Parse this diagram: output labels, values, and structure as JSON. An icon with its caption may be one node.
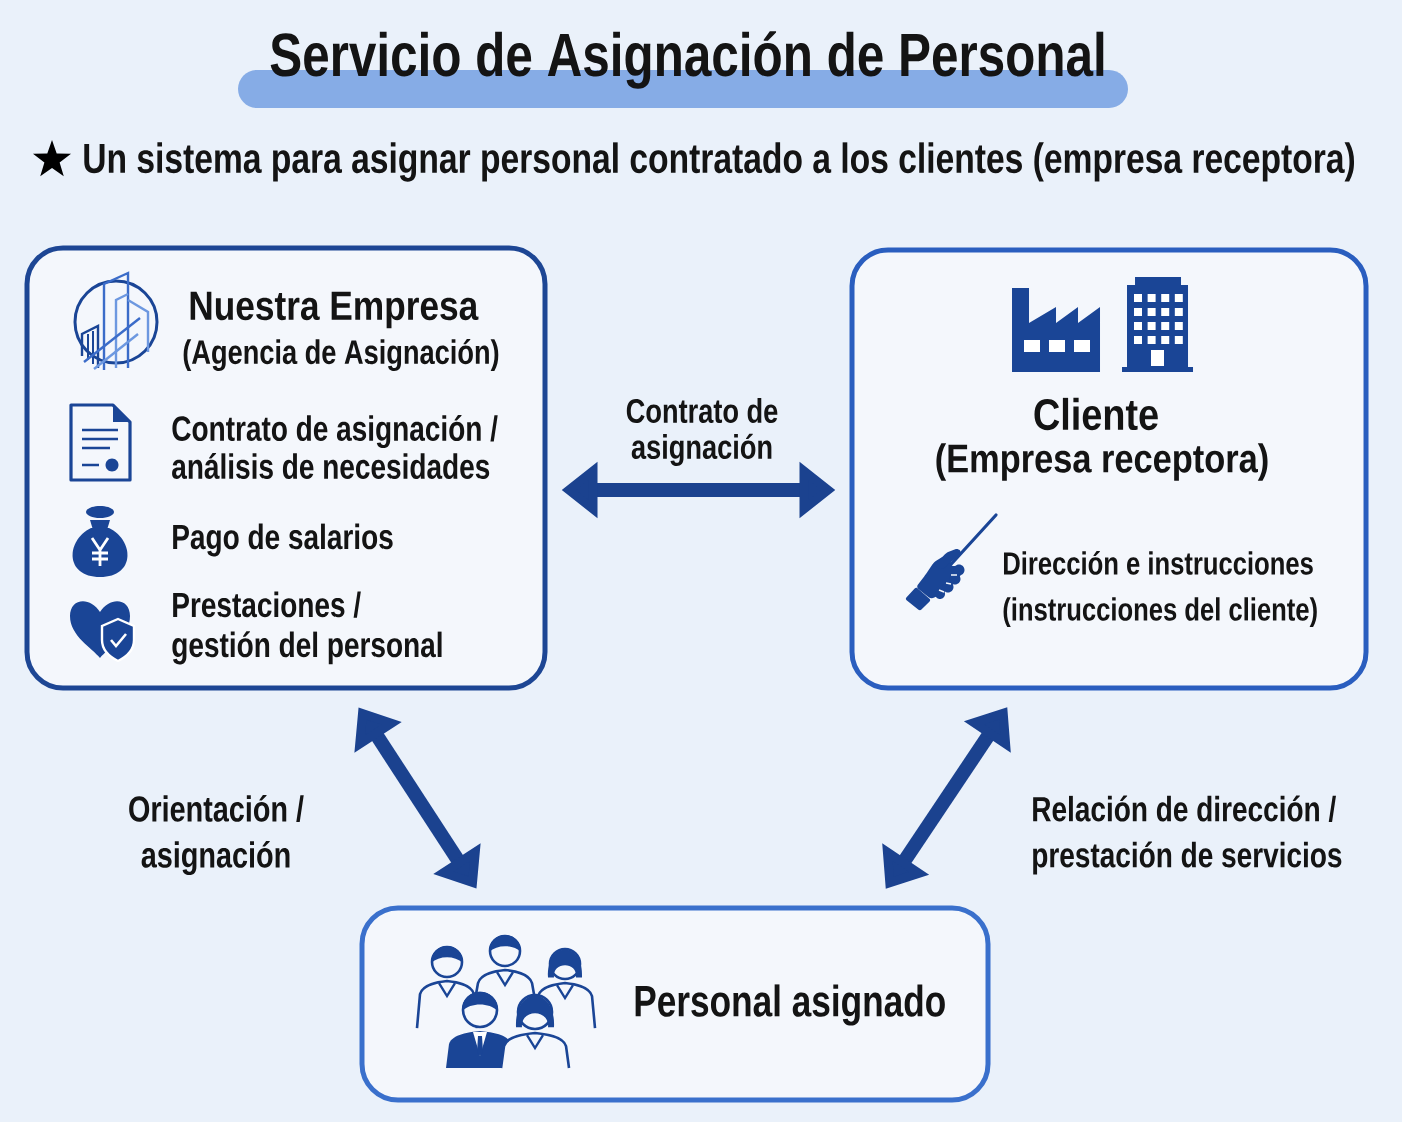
{
  "diagram": {
    "title": "Servicio de Asignación de Personal",
    "nodes": [
      {
        "text": [
          "Nuestra Empresa",
          "(Agencia de Asignación)",
          "Contrato de asignación / análisis de necesidades",
          "Pago de salarios",
          "Prestaciones / gestión del personal"
        ]
      },
      {
        "text": [
          "Cliente",
          "(Empresa receptora)",
          "Dirección e instrucciones (instrucciones del cliente)"
        ]
      },
      {
        "text": [
          "Personal asignado"
        ]
      }
    ],
    "edges": [
      {
        "from": 0,
        "to": 1,
        "arrow": "both",
        "label": "Contrato de asignación"
      },
      {
        "from": 0,
        "to": 2,
        "arrow": "both",
        "label": "Orientación / asignación"
      },
      {
        "from": 1,
        "to": 2,
        "arrow": "both",
        "label": "Relación de dirección / prestación de servicios"
      }
    ],
    "labels": [
      "Un sistema para asignar personal contratado a los clientes (empresa receptora)"
    ]
  }
}
